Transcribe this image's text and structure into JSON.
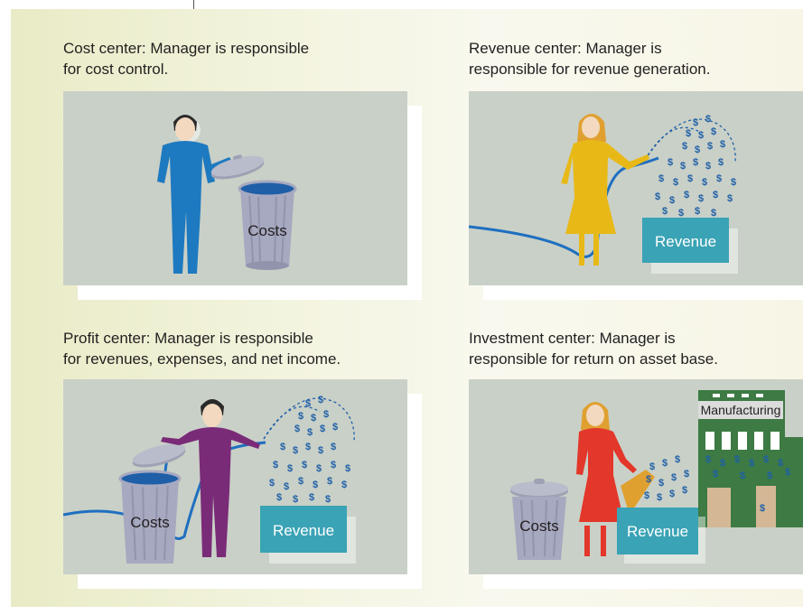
{
  "panels": [
    {
      "id": "cost",
      "caption_line1": "Cost center: Manager is responsible",
      "caption_line2": "for cost control.",
      "costs_label": "Costs"
    },
    {
      "id": "revenue",
      "caption_line1": "Revenue center: Manager is",
      "caption_line2": "responsible for revenue generation.",
      "revenue_label": "Revenue",
      "dollar_glyph": "$"
    },
    {
      "id": "profit",
      "caption_line1": "Profit center: Manager is responsible",
      "caption_line2": "for revenues, expenses, and net income.",
      "costs_label": "Costs",
      "revenue_label": "Revenue",
      "dollar_glyph": "$"
    },
    {
      "id": "investment",
      "caption_line1": "Investment center: Manager is",
      "caption_line2": "responsible for return on asset base.",
      "costs_label": "Costs",
      "revenue_label": "Revenue",
      "building_label": "Manufacturing",
      "dollar_glyph": "$"
    }
  ],
  "colors": {
    "panel_bg": "#c9d0c7",
    "cost_figure": "#1e7ac0",
    "revenue_figure": "#e8b916",
    "profit_figure": "#7a2b78",
    "investment_figure": "#e2372a",
    "revenue_box": "#3aa3b5",
    "hose": "#1e6fc0",
    "dollar": "#1f5fa8",
    "building": "#3d7a44"
  }
}
